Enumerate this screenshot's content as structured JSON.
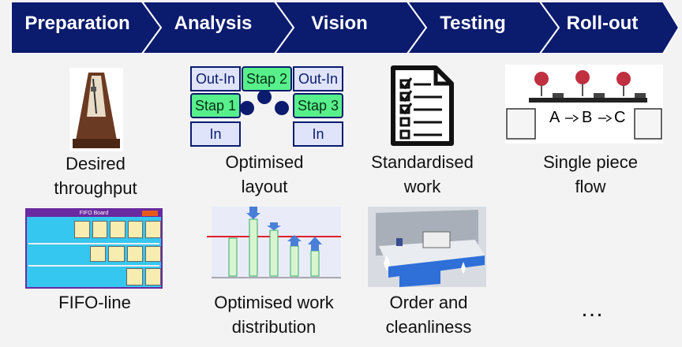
{
  "steps": [
    "Preparation",
    "Analysis",
    "Vision",
    "Testing",
    "Roll-out"
  ],
  "layout": {
    "out_in_left": "Out-In",
    "out_in_right": "Out-In",
    "stap1": "Stap 1",
    "stap2": "Stap 2",
    "stap3": "Stap 3",
    "in_left": "In",
    "in_right": "In"
  },
  "flow": {
    "a": "A",
    "b": "B",
    "c": "C"
  },
  "fifo_board_title": "FIFO Board",
  "labels": {
    "desired_throughput": [
      "Desired",
      "throughput"
    ],
    "optimised_layout": [
      "Optimised",
      "layout"
    ],
    "standardised_work": [
      "Standardised",
      "work"
    ],
    "single_piece_flow": [
      "Single piece",
      "flow"
    ],
    "fifo_line": [
      "FIFO-line"
    ],
    "optimised_work_distribution": [
      "Optimised work",
      "distribution"
    ],
    "order_cleanliness": [
      "Order and",
      "cleanliness"
    ],
    "ellipsis": "…"
  },
  "colors": {
    "navy": "#0b1b6e",
    "green": "#58f08a",
    "light_blue": "#dfe4fb",
    "fifo_cyan": "#35c7f0",
    "red_line": "#e0202a"
  }
}
